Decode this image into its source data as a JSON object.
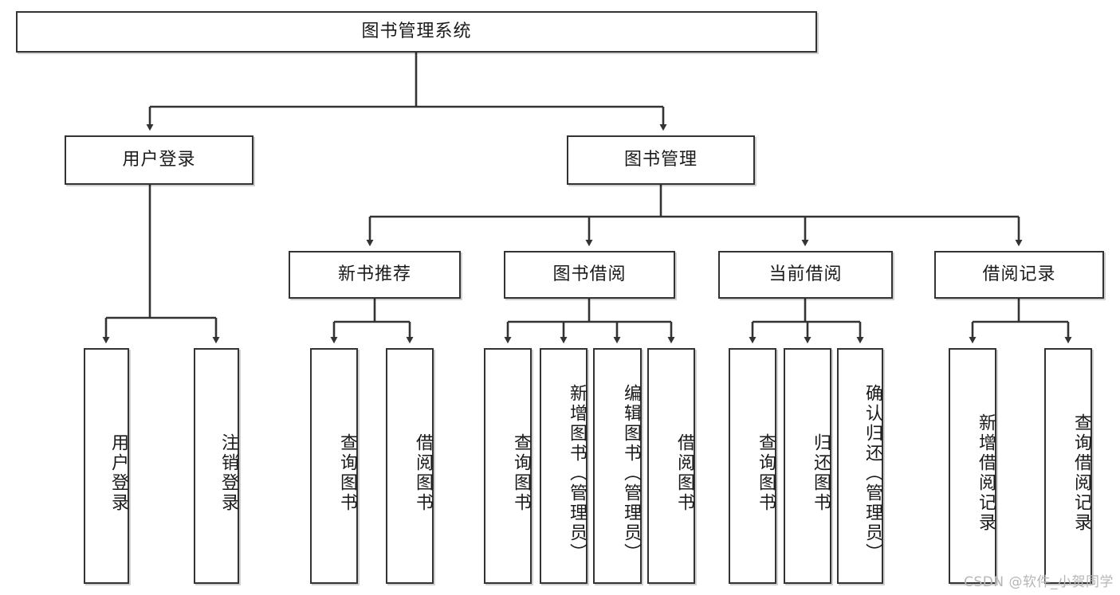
{
  "diagram": {
    "type": "tree-hierarchy-chart",
    "title": "图书管理系统",
    "root": {
      "id": "root",
      "label": "图书管理系统"
    },
    "level2": [
      {
        "id": "user-login",
        "label": "用户登录"
      },
      {
        "id": "book-manage",
        "label": "图书管理"
      }
    ],
    "level3": [
      {
        "id": "new-book-recommend",
        "label": "新书推荐",
        "parent": "book-manage"
      },
      {
        "id": "book-borrow",
        "label": "图书借阅",
        "parent": "book-manage"
      },
      {
        "id": "current-borrow",
        "label": "当前借阅",
        "parent": "book-manage"
      },
      {
        "id": "borrow-record",
        "label": "借阅记录",
        "parent": "book-manage"
      }
    ],
    "leaves": [
      {
        "id": "leaf-user-login",
        "label": "用户登录",
        "parent": "user-login"
      },
      {
        "id": "leaf-logout",
        "label": "注销登录",
        "parent": "user-login"
      },
      {
        "id": "leaf-query-book-1",
        "label": "查询图书",
        "parent": "new-book-recommend"
      },
      {
        "id": "leaf-borrow-book-1",
        "label": "借阅图书",
        "parent": "new-book-recommend"
      },
      {
        "id": "leaf-query-book-2",
        "label": "查询图书",
        "parent": "book-borrow"
      },
      {
        "id": "leaf-add-book",
        "label": "新增图书（管理员）",
        "parent": "book-borrow"
      },
      {
        "id": "leaf-edit-book",
        "label": "编辑图书（管理员）",
        "parent": "book-borrow"
      },
      {
        "id": "leaf-borrow-book-2",
        "label": "借阅图书",
        "parent": "book-borrow"
      },
      {
        "id": "leaf-query-book-3",
        "label": "查询图书",
        "parent": "current-borrow"
      },
      {
        "id": "leaf-return-book",
        "label": "归还图书",
        "parent": "current-borrow"
      },
      {
        "id": "leaf-confirm-return",
        "label": "确认归还（管理员）",
        "parent": "current-borrow"
      },
      {
        "id": "leaf-add-record",
        "label": "新增借阅记录",
        "parent": "borrow-record"
      },
      {
        "id": "leaf-query-record",
        "label": "查询借阅记录",
        "parent": "borrow-record"
      }
    ],
    "watermark": "CSDN @软件_小贺同学",
    "colors": {
      "stroke": "#333333",
      "fill": "#ffffff",
      "text": "#1a1a1a",
      "watermark": "#b6b6b6"
    }
  }
}
